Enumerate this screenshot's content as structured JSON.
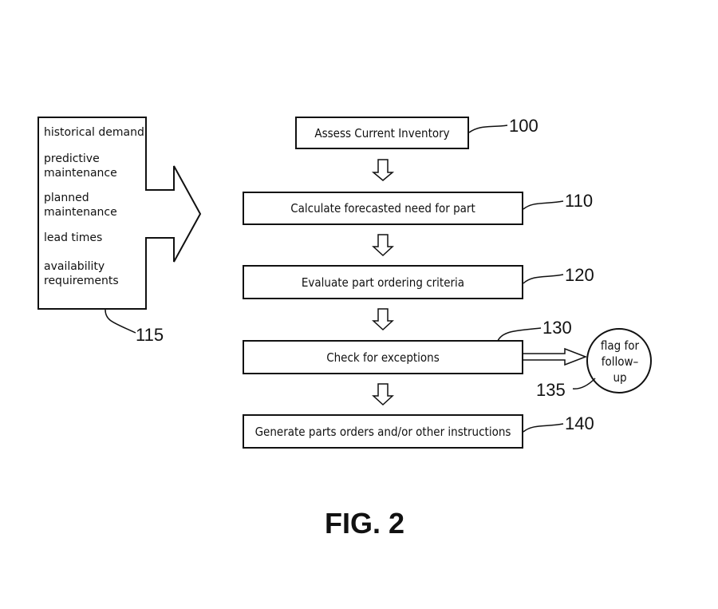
{
  "figure": {
    "title": "FIG. 2",
    "inputs": {
      "ref": "115",
      "items": [
        [
          "historical demand"
        ],
        [
          "predictive",
          "maintenance"
        ],
        [
          "planned",
          "maintenance"
        ],
        [
          "lead times"
        ],
        [
          "availability",
          "requirements"
        ]
      ]
    },
    "steps": [
      {
        "ref": "100",
        "label": "Assess Current Inventory"
      },
      {
        "ref": "110",
        "label": "Calculate forecasted need for part"
      },
      {
        "ref": "120",
        "label": "Evaluate part ordering criteria"
      },
      {
        "ref": "130",
        "label": "Check for exceptions"
      },
      {
        "ref": "140",
        "label": "Generate parts orders and/or other instructions"
      }
    ],
    "flag": {
      "ref": "135",
      "lines": [
        "flag for",
        "follow–",
        "up"
      ]
    }
  }
}
